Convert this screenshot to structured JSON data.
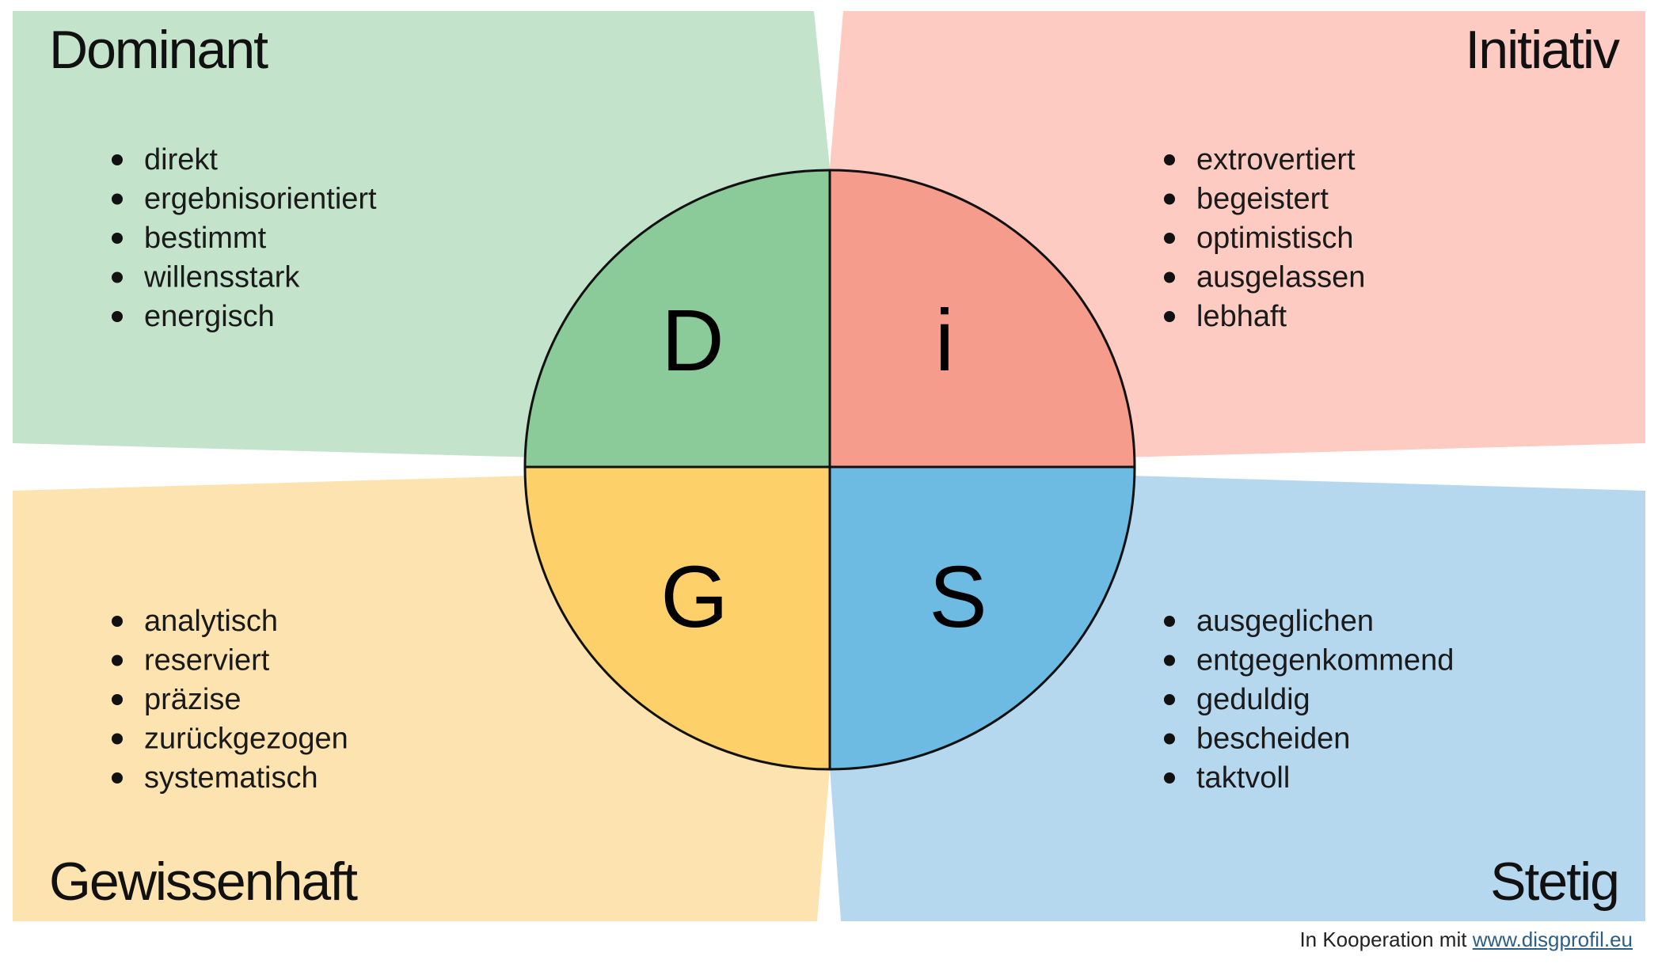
{
  "quadrants": {
    "dominant": {
      "title": "Dominant",
      "letter": "D",
      "traits": [
        "direkt",
        "ergebnisorientiert",
        "bestimmt",
        "willensstark",
        "energisch"
      ],
      "panel_color": "#c4e3cb",
      "circle_color": "#8acb99"
    },
    "initiativ": {
      "title": "Initiativ",
      "letter": "i",
      "traits": [
        "extrovertiert",
        "begeistert",
        "optimistisch",
        "ausgelassen",
        "lebhaft"
      ],
      "panel_color": "#fdcbc1",
      "circle_color": "#f69c8c"
    },
    "gewissenhaft": {
      "title": "Gewissenhaft",
      "letter": "G",
      "traits": [
        "analytisch",
        "reserviert",
        "präzise",
        "zurückgezogen",
        "systematisch"
      ],
      "panel_color": "#fde3b0",
      "circle_color": "#fdd069"
    },
    "stetig": {
      "title": "Stetig",
      "letter": "S",
      "traits": [
        "ausgeglichen",
        "entgegenkommend",
        "geduldig",
        "bescheiden",
        "taktvoll"
      ],
      "panel_color": "#b6d8ef",
      "circle_color": "#6dbae3"
    }
  },
  "footer": {
    "text": "In Kooperation mit",
    "link_text": "www.disgprofil.eu",
    "link_color": "#2d5f86"
  }
}
